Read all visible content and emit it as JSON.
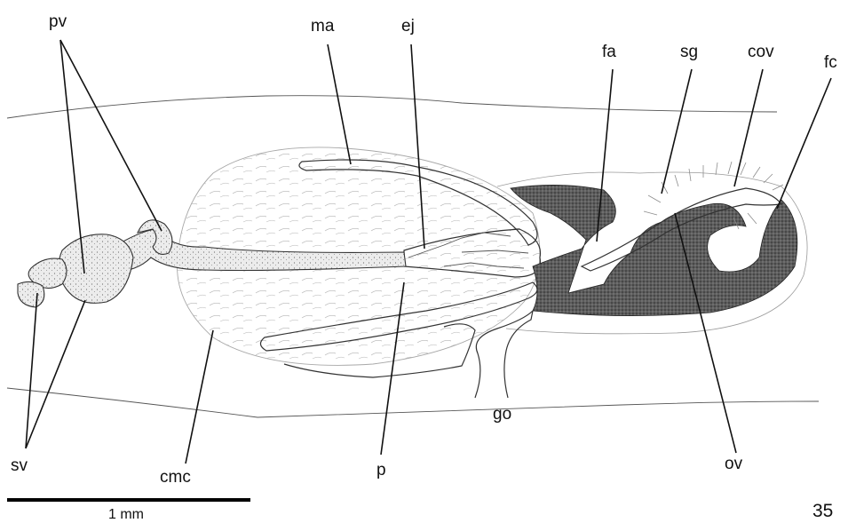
{
  "labels": {
    "pv": "pv",
    "ma": "ma",
    "ej": "ej",
    "fa": "fa",
    "sg": "sg",
    "cov": "cov",
    "fc": "fc",
    "sv": "sv",
    "cmc": "cmc",
    "p": "p",
    "go": "go",
    "ov": "ov"
  },
  "scale_bar": {
    "label": "1 mm"
  },
  "figure_number": "35",
  "colors": {
    "stippled_tissue": "#6f6f6f",
    "line": "#333333"
  }
}
